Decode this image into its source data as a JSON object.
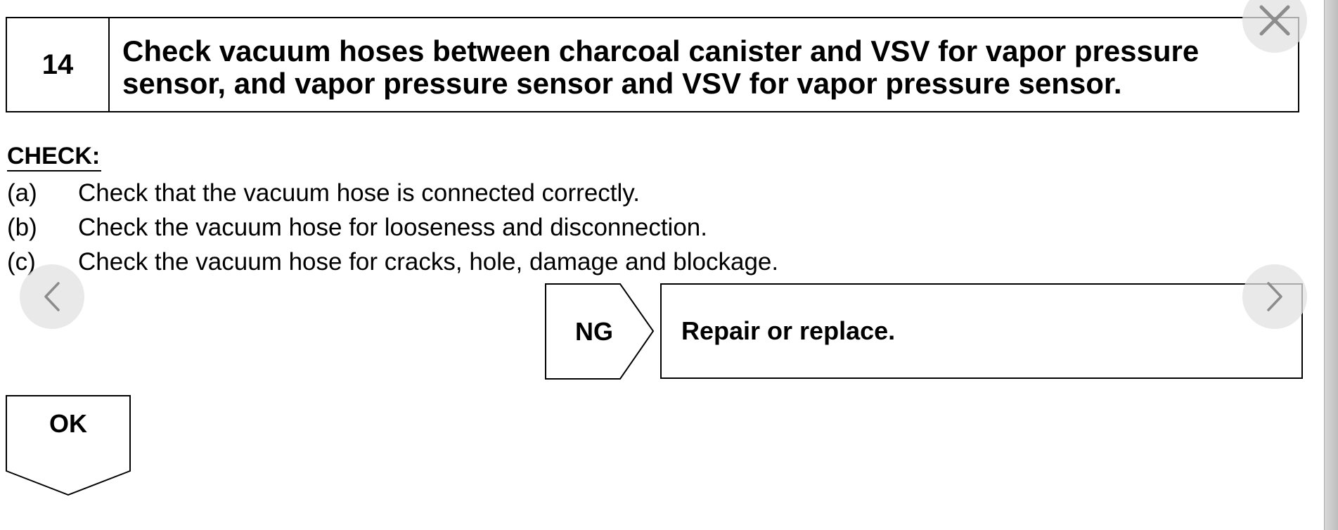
{
  "step": {
    "number": "14",
    "title": "Check vacuum hoses between charcoal canister and VSV for vapor pressure sensor, and vapor pressure sensor and VSV for vapor pressure sensor."
  },
  "check": {
    "heading": "CHECK:",
    "items": [
      {
        "marker": "(a)",
        "text": "Check that the vacuum hose is connected correctly."
      },
      {
        "marker": "(b)",
        "text": "Check the vacuum hose for looseness and disconnection."
      },
      {
        "marker": "(c)",
        "text": "Check the vacuum hose for cracks, hole, damage and blockage."
      }
    ]
  },
  "ng": {
    "label": "NG",
    "action": "Repair or replace."
  },
  "ok": {
    "label": "OK"
  },
  "controls": {
    "close_icon": "close-icon",
    "prev_icon": "chevron-left-icon",
    "next_icon": "chevron-right-icon",
    "control_color": "#8c8c8c"
  }
}
